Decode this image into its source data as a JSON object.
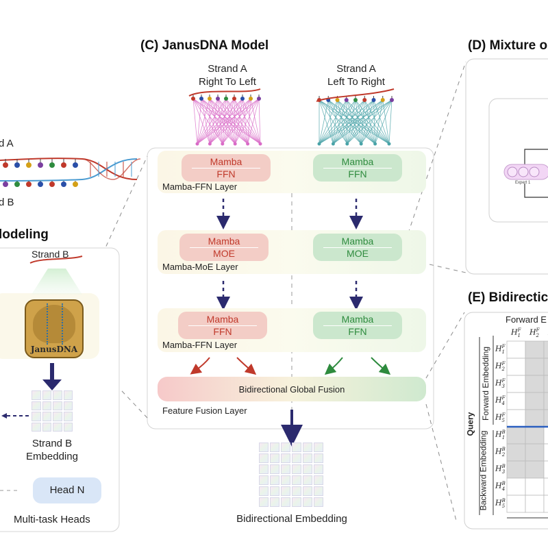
{
  "titles": {
    "c": "(C) JanusDNA Model",
    "d": "(D) Mixture o",
    "e": "(E) Bidirectic",
    "b": "lodeling"
  },
  "strands": {
    "rtl": [
      "Strand A",
      "Right To Left"
    ],
    "ltr": [
      "Strand A",
      "Left To Right"
    ],
    "left_a": "d A",
    "left_b": "d B",
    "strand_b": "Strand B"
  },
  "layers": [
    {
      "label": "Mamba-FFN Layer",
      "left": [
        "Mamba",
        "FFN"
      ],
      "right": [
        "Mamba",
        "FFN"
      ]
    },
    {
      "label": "Mamba-MoE Layer",
      "left": [
        "Mamba",
        "MOE"
      ],
      "right": [
        "Mamba",
        "MOE"
      ]
    },
    {
      "label": "Mamba-FFN Layer",
      "left": [
        "Mamba",
        "FFN"
      ],
      "right": [
        "Mamba",
        "FFN"
      ]
    }
  ],
  "fusion": {
    "bar": "Bidirectional Global Fusion",
    "label": "Feature Fusion Layer"
  },
  "outputs": {
    "bidir": "Bidirectional Embedding",
    "strand_b_emb": [
      "Strand B",
      "Embedding"
    ],
    "head_n": "Head N",
    "multitask": "Multi-task Heads",
    "logo": "JanusDNA",
    "expert": "Expert 1"
  },
  "attention": {
    "top": "Forward E",
    "query": "Query",
    "forward": "Forward Embedding",
    "backward": "Backward Embedding",
    "cols": [
      "H",
      "H",
      "F"
    ],
    "col_sup": [
      "F",
      "F",
      ""
    ],
    "col_sub": [
      "1",
      "2",
      ""
    ],
    "rows_f": [
      {
        "b": "H",
        "sup": "F",
        "sub": "1"
      },
      {
        "b": "H",
        "sup": "F",
        "sub": "2"
      },
      {
        "b": "H",
        "sup": "F",
        "sub": "3"
      },
      {
        "b": "H",
        "sup": "F",
        "sub": "4"
      },
      {
        "b": "H",
        "sup": "F",
        "sub": "5"
      }
    ],
    "rows_b": [
      {
        "b": "H",
        "sup": "B",
        "sub": "1"
      },
      {
        "b": "H",
        "sup": "B",
        "sub": "2"
      },
      {
        "b": "H",
        "sup": "B",
        "sub": "3"
      },
      {
        "b": "H",
        "sup": "B",
        "sub": "4"
      },
      {
        "b": "H",
        "sup": "B",
        "sub": "5"
      }
    ]
  },
  "colors": {
    "red": "#c0392b",
    "green": "#2e8b3e",
    "navy": "#2b2a6e",
    "pink_lines": "#d96bc7",
    "teal_lines": "#4aa3a8"
  }
}
